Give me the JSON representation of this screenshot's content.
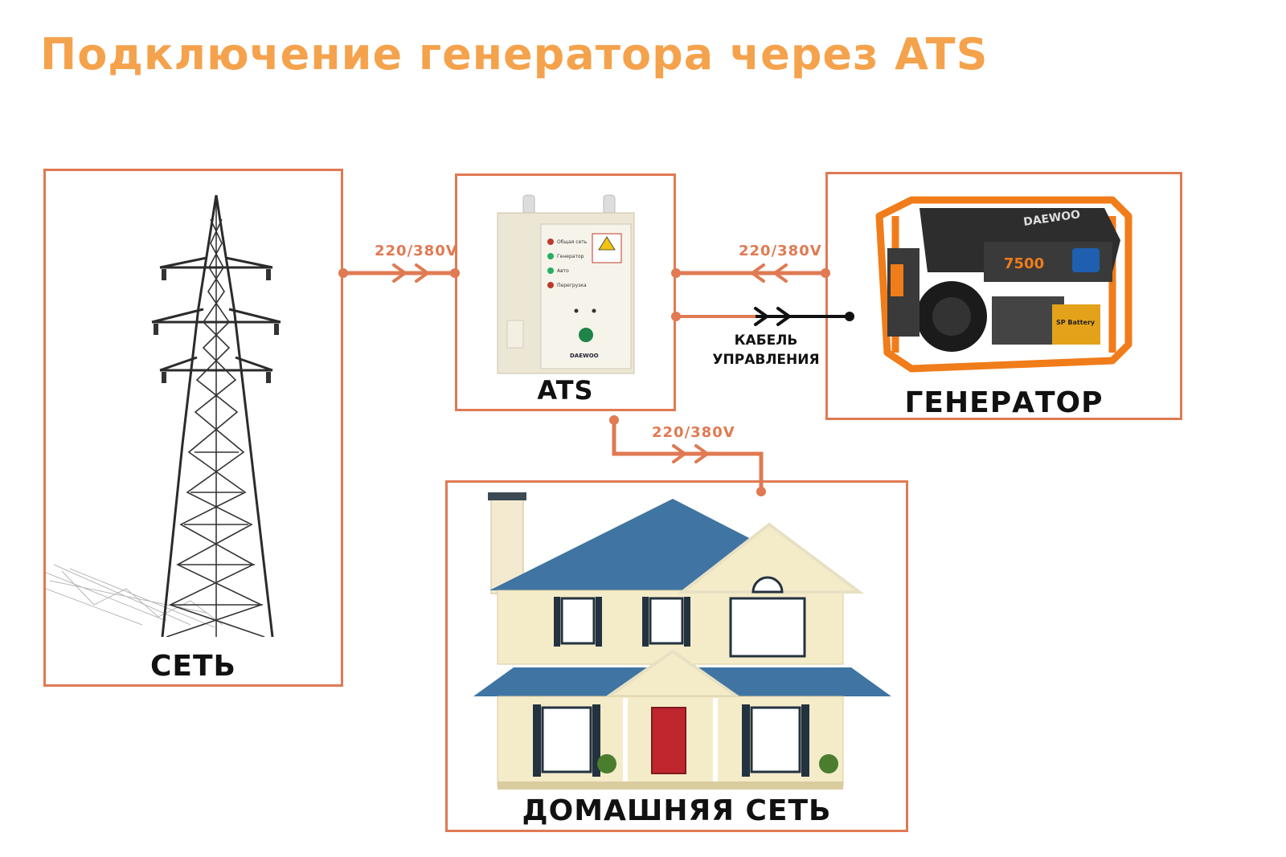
{
  "title": "Подключение генератора через ATS",
  "colors": {
    "title": "#f5a24c",
    "accent": "#e07a52",
    "wire_control": "#111111"
  },
  "nodes": {
    "grid": {
      "label": "СЕТЬ",
      "image": "power-pylon"
    },
    "ats": {
      "label": "ATS",
      "image": "ats-cabinet",
      "panel_text": [
        "Общая сеть",
        "Генератор",
        "Авто",
        "Перегрузка"
      ],
      "brand": "DAEWOO"
    },
    "generator": {
      "label": "ГЕНЕРАТОР",
      "image": "daewoo-generator",
      "brand": "DAEWOO",
      "model": "7500"
    },
    "home": {
      "label": "ДОМАШНЯЯ СЕТЬ",
      "image": "house"
    }
  },
  "links": {
    "grid_to_ats": "220/380V",
    "generator_to_ats": "220/380V",
    "ats_to_home": "220/380V",
    "control_cable": [
      "КАБЕЛЬ",
      "УПРАВЛЕНИЯ"
    ]
  }
}
